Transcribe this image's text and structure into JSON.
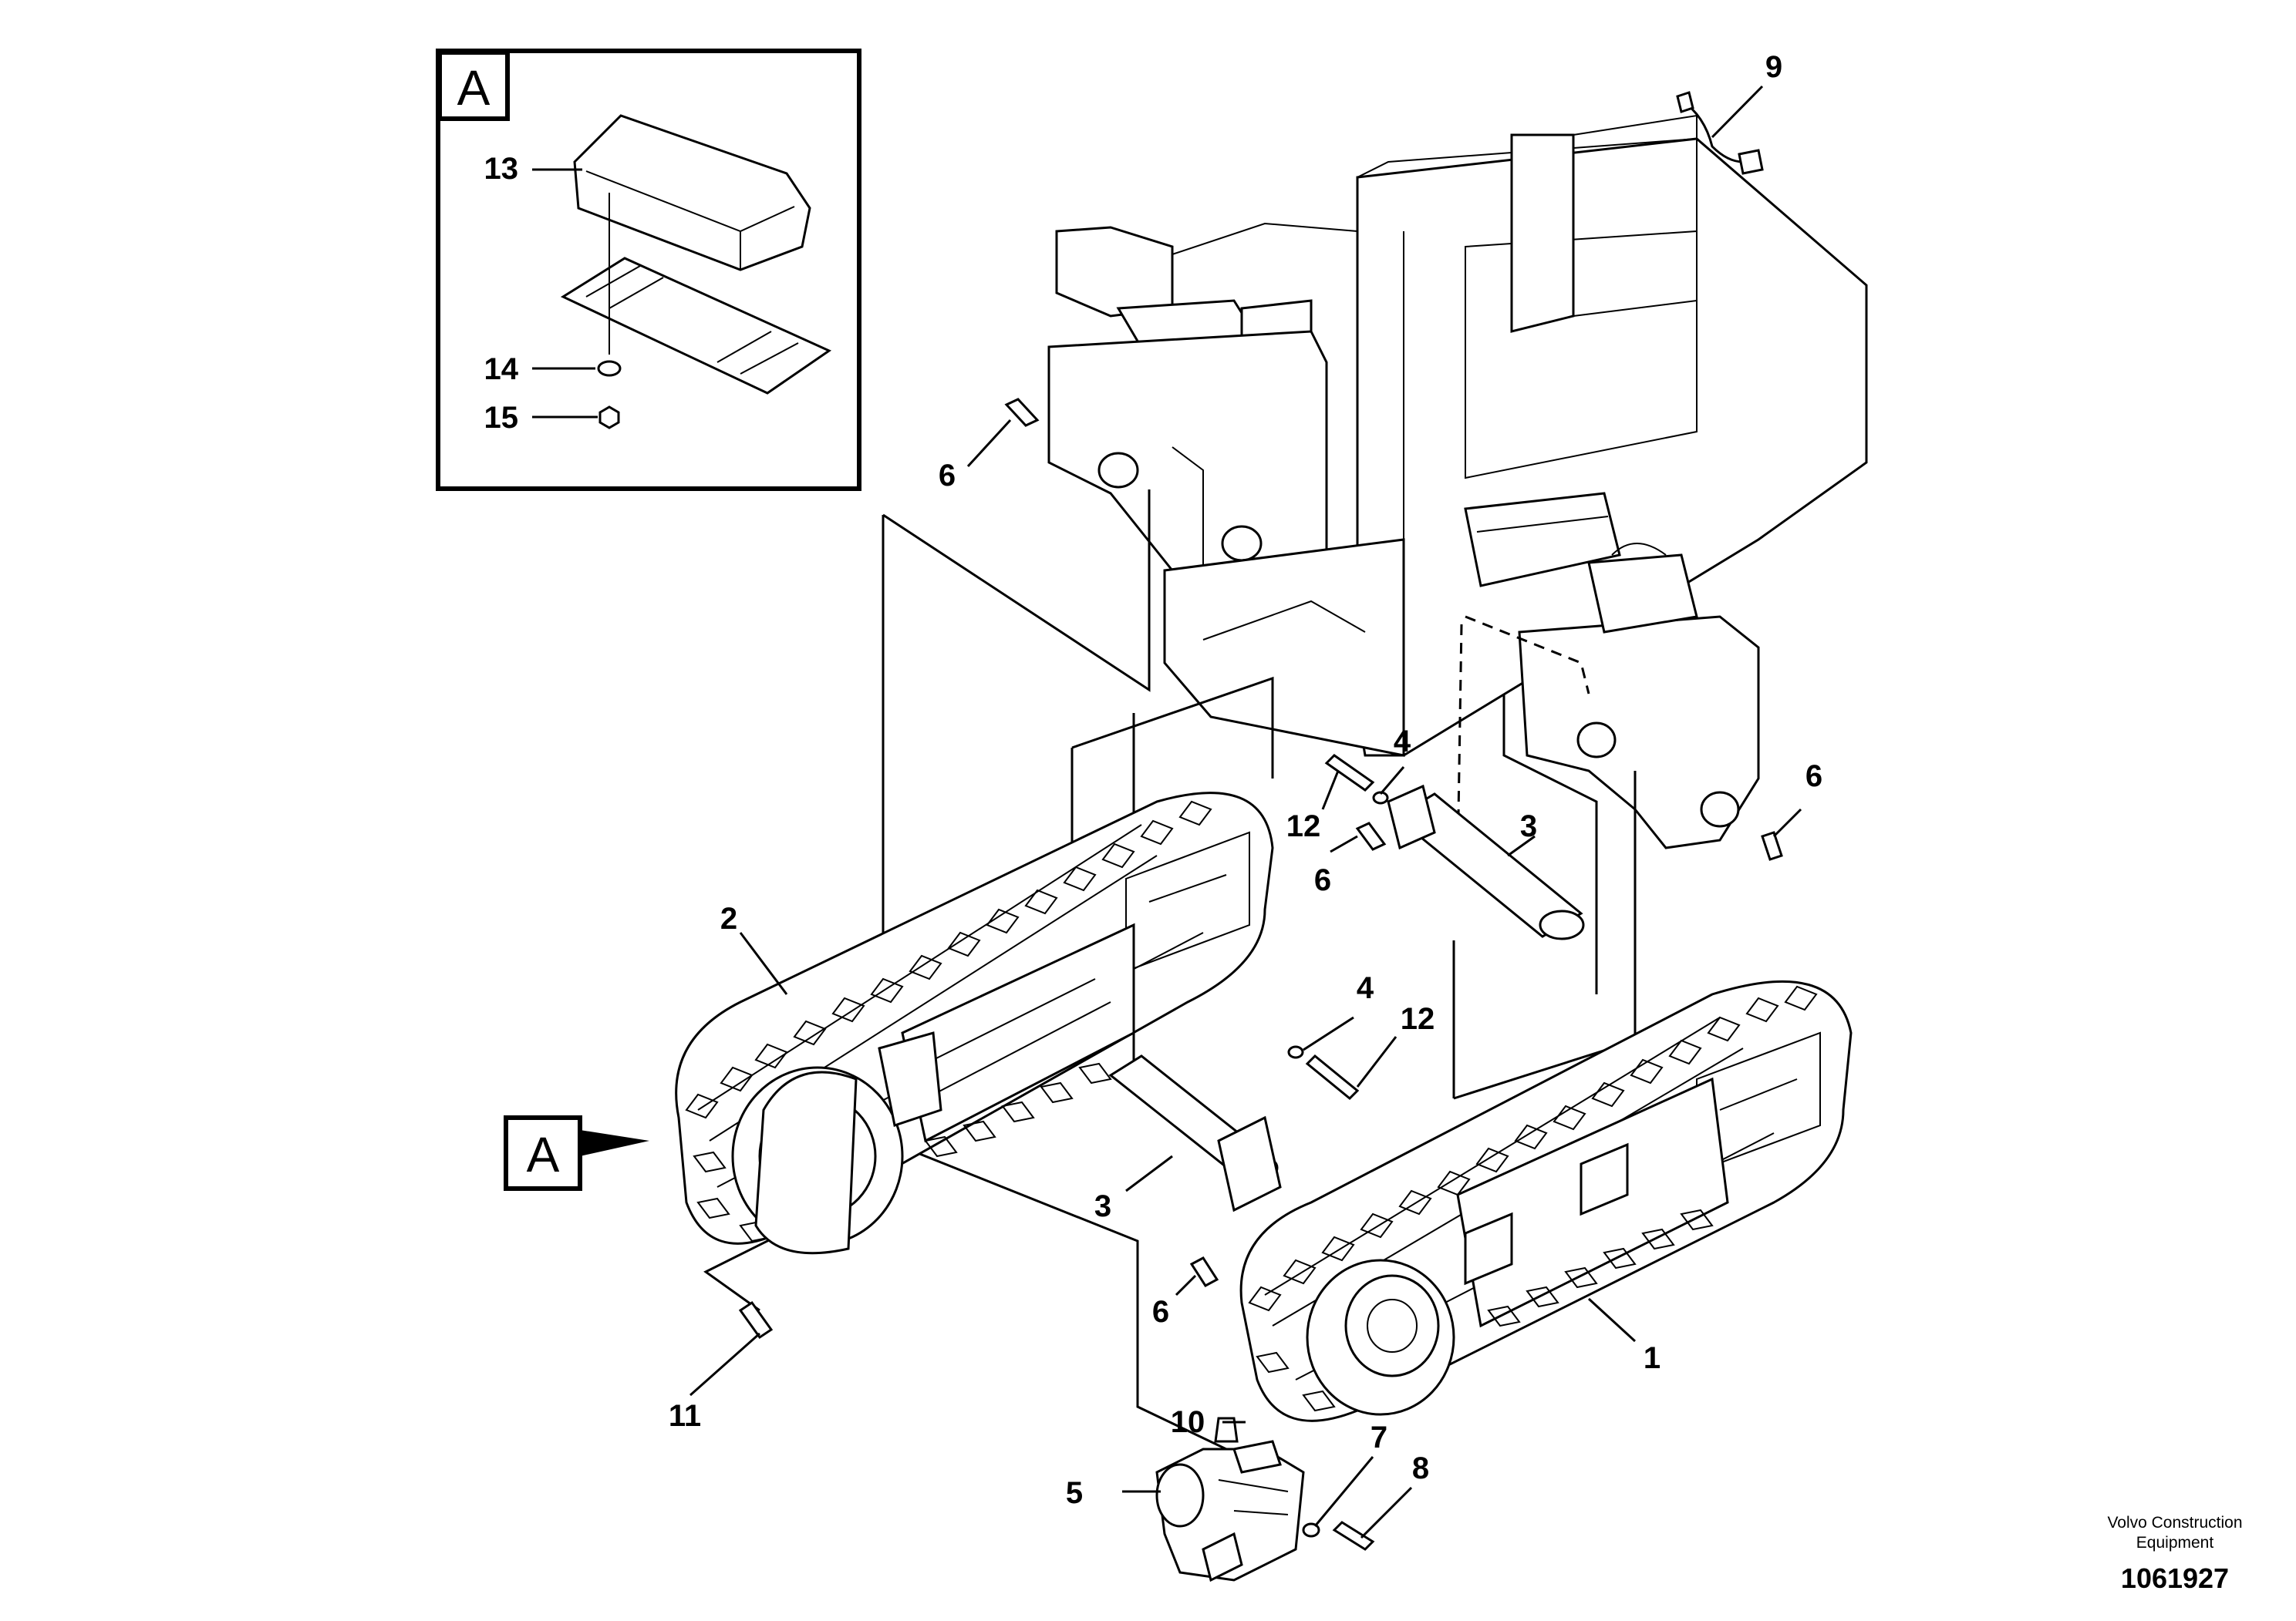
{
  "detail_box": {
    "label": "A"
  },
  "detail_pointer": {
    "label": "A"
  },
  "callouts": [
    {
      "id": "c13",
      "text": "13"
    },
    {
      "id": "c14",
      "text": "14"
    },
    {
      "id": "c15",
      "text": "15"
    },
    {
      "id": "c9",
      "text": "9"
    },
    {
      "id": "c6a",
      "text": "6"
    },
    {
      "id": "c4a",
      "text": "4"
    },
    {
      "id": "c12a",
      "text": "12"
    },
    {
      "id": "c6b",
      "text": "6"
    },
    {
      "id": "c3a",
      "text": "3"
    },
    {
      "id": "c6c",
      "text": "6"
    },
    {
      "id": "c2",
      "text": "2"
    },
    {
      "id": "c4b",
      "text": "4"
    },
    {
      "id": "c12b",
      "text": "12"
    },
    {
      "id": "c3b",
      "text": "3"
    },
    {
      "id": "c6d",
      "text": "6"
    },
    {
      "id": "c1",
      "text": "1"
    },
    {
      "id": "c11",
      "text": "11"
    },
    {
      "id": "c10",
      "text": "10"
    },
    {
      "id": "c7",
      "text": "7"
    },
    {
      "id": "c5",
      "text": "5"
    },
    {
      "id": "c8",
      "text": "8"
    }
  ],
  "credit": {
    "line1": "Volvo Construction",
    "line2": "Equipment"
  },
  "drawing_number": "1061927"
}
